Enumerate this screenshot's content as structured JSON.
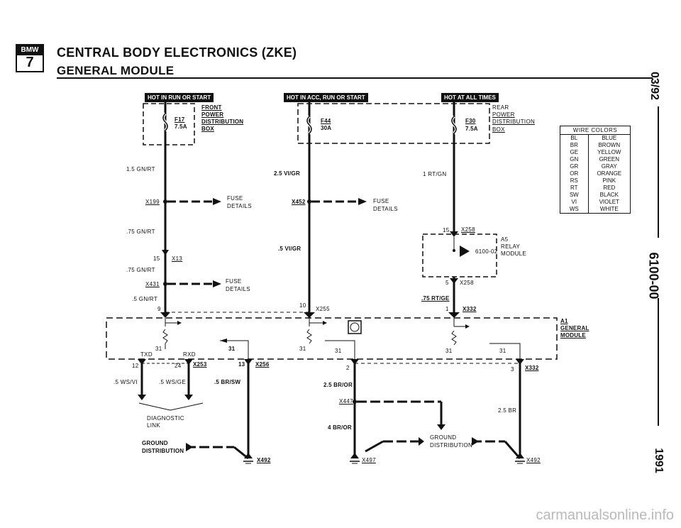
{
  "header": {
    "logo_text": "BMW",
    "logo_number": "7",
    "title": "CENTRAL BODY ELECTRONICS (ZKE)",
    "subtitle": "GENERAL MODULE"
  },
  "side_labels": {
    "date": "03/92",
    "code": "6100-00",
    "year": "1991"
  },
  "hot_labels": {
    "run_start": "HOT IN RUN OR START",
    "acc_run_start": "HOT IN ACC, RUN OR START",
    "all_times": "HOT AT ALL TIMES"
  },
  "fuses": {
    "f17": {
      "name": "F17",
      "rating": "7.5A"
    },
    "f44": {
      "name": "F44",
      "rating": "30A"
    },
    "f30": {
      "name": "F30",
      "rating": "7.5A"
    }
  },
  "boxes": {
    "front": [
      "FRONT",
      "POWER",
      "DISTRIBUTION",
      "BOX"
    ],
    "rear": [
      "REAR",
      "POWER",
      "DISTRIBUTION",
      "BOX"
    ]
  },
  "wire_colors": {
    "header": "WIRE COLORS",
    "rows": [
      [
        "BL",
        "BLUE"
      ],
      [
        "BR",
        "BROWN"
      ],
      [
        "GE",
        "YELLOW"
      ],
      [
        "GN",
        "GREEN"
      ],
      [
        "GR",
        "GRAY"
      ],
      [
        "OR",
        "ORANGE"
      ],
      [
        "RS",
        "PINK"
      ],
      [
        "RT",
        "RED"
      ],
      [
        "SW",
        "BLACK"
      ],
      [
        "VI",
        "VIOLET"
      ],
      [
        "WS",
        "WHITE"
      ]
    ]
  },
  "wires": {
    "w1": "1.5 GN/RT",
    "w2": ".75 GN/RT",
    "w3": ".75 GN/RT",
    "w4": ".5 GN/RT",
    "w5": "2.5 VI/GR",
    "w6": ".5 VI/GR",
    "w7": "1 RT/GN",
    "w8": ".75 RT/GE",
    "w9": ".5 WS/VI",
    "w10": ".5 WS/GE",
    "w11": ".5 BR/SW",
    "w12": "2.5 BR/OR",
    "w13": "4 BR/OR",
    "w14": "2.5 BR"
  },
  "connectors": {
    "x199": "X199",
    "x13": "X13",
    "x431": "X431",
    "x452": "X452",
    "x255": "X255",
    "x258a": "X258",
    "x258b": "X258",
    "x332a": "X332",
    "x332b": "X332",
    "x253": "X253",
    "x256": "X256",
    "x447": "X447",
    "x492a": "X492",
    "x497": "X497",
    "x492b": "X492"
  },
  "pins": {
    "p15a": "15",
    "p9": "9",
    "p10": "10",
    "p15b": "15",
    "p5": "5",
    "p1": "1",
    "p31a": "31",
    "p31b": "31",
    "p31c": "31",
    "p31d": "31",
    "p31e": "31",
    "p31f": "31",
    "p12": "12",
    "p24": "24",
    "p13": "13",
    "p2": "2",
    "p3": "3"
  },
  "fuse_details": [
    "FUSE",
    "DETAILS"
  ],
  "relay": [
    "A5",
    "RELAY",
    "MODULE"
  ],
  "relay_ref": "6100-02",
  "module": [
    "A1",
    "GENERAL",
    "MODULE"
  ],
  "txd": "TXD",
  "rxd": "RXD",
  "diagnostic": [
    "DIAGNOSTIC",
    "LINK"
  ],
  "ground_dist_left": [
    "GROUND",
    "DISTRIBUTION"
  ],
  "ground_dist_right": [
    "GROUND",
    "DISTRIBUTION"
  ],
  "watermark": "carmanualsonline.info"
}
